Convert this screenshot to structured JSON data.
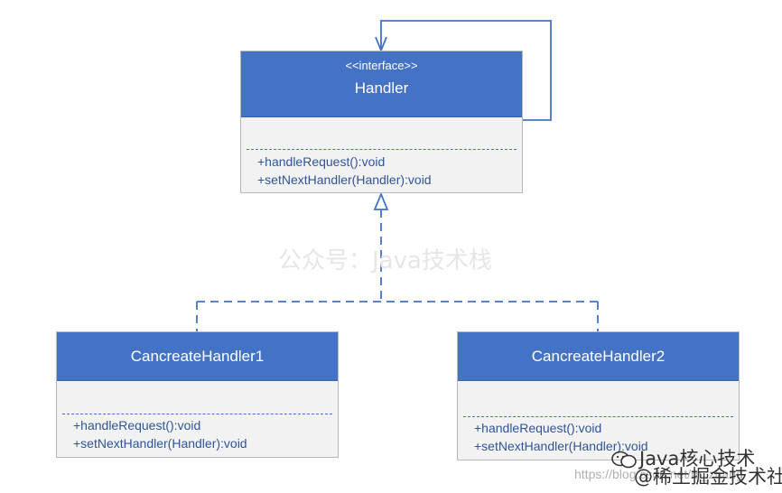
{
  "handler": {
    "stereotype": "<<interface>>",
    "name": "Handler",
    "methods": [
      "+handleRequest():void",
      "+setNextHandler(Handler):void"
    ]
  },
  "concrete1": {
    "name": "CancreateHandler1",
    "methods": [
      "+handleRequest():void",
      "+setNextHandler(Handler):void"
    ]
  },
  "concrete2": {
    "name": "CancreateHandler2",
    "methods": [
      "+handleRequest():void",
      "+setNextHandler(Handler):void"
    ]
  },
  "watermark": "公众号：Java技术栈",
  "footer": {
    "brand": "Java核心技术",
    "url": "https://blog.csdn.net/m_zhang",
    "community": "@稀土掘金技术社区"
  },
  "colors": {
    "header": "#4472c4",
    "body": "#f2f2f2",
    "method_text": "#2f5597",
    "connector": "#4472c4"
  }
}
